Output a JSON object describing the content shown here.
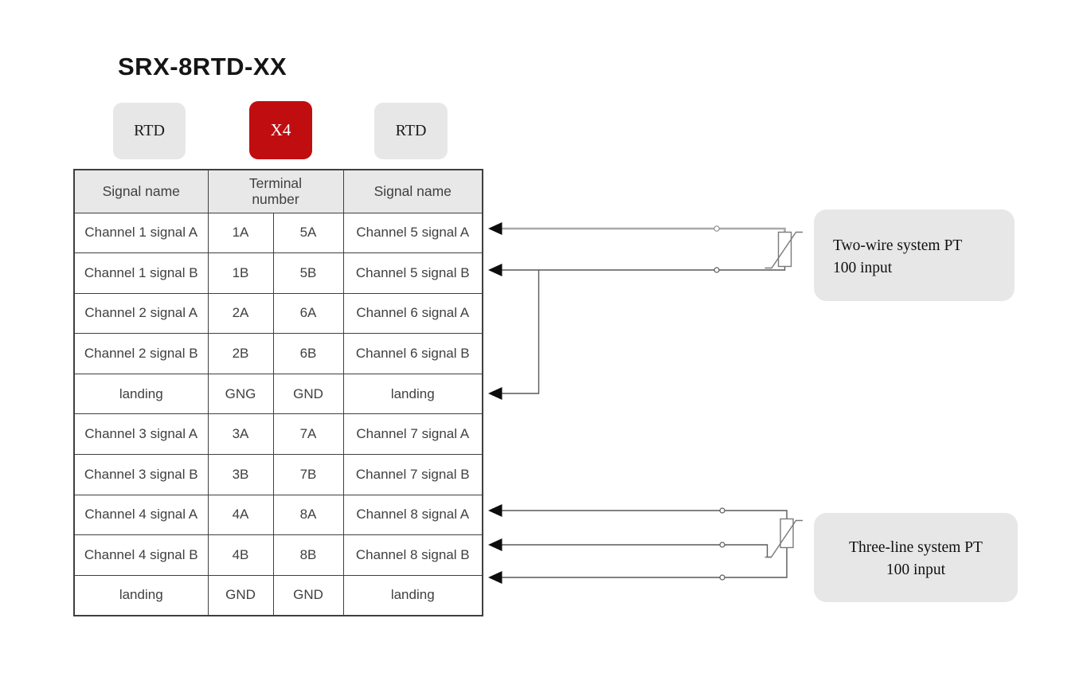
{
  "title": "SRX-8RTD-XX",
  "badges": [
    {
      "label": "RTD",
      "variant": "gray"
    },
    {
      "label": "X4",
      "variant": "red"
    },
    {
      "label": "RTD",
      "variant": "gray"
    }
  ],
  "table": {
    "headers": [
      "Signal name",
      "Terminal number",
      "Signal name"
    ],
    "rows": [
      [
        "Channel 1 signal A",
        "1A",
        "5A",
        "Channel 5 signal A"
      ],
      [
        "Channel 1 signal B",
        "1B",
        "5B",
        "Channel 5 signal B"
      ],
      [
        "Channel 2 signal A",
        "2A",
        "6A",
        "Channel 6 signal A"
      ],
      [
        "Channel 2 signal B",
        "2B",
        "6B",
        "Channel 6 signal B"
      ],
      [
        "landing",
        "GNG",
        "GND",
        "landing"
      ],
      [
        "Channel 3 signal A",
        "3A",
        "7A",
        "Channel 7 signal A"
      ],
      [
        "Channel 3 signal B",
        "3B",
        "7B",
        "Channel 7 signal B"
      ],
      [
        "Channel 4 signal A",
        "4A",
        "8A",
        "Channel 8 signal A"
      ],
      [
        "Channel 4 signal B",
        "4B",
        "8B",
        "Channel 8 signal B"
      ],
      [
        "landing",
        "GND",
        "GND",
        "landing"
      ]
    ]
  },
  "annotations": {
    "two_wire": {
      "line1": "Two-wire system PT",
      "line2": "100 input"
    },
    "three_line": {
      "line1": "Three-line system PT",
      "line2": "100 input"
    }
  },
  "colors": {
    "accent_red": "#c00d10",
    "badge_gray": "#e7e7e7",
    "panel_gray": "#e7e7e7",
    "table_border": "#3f3f3f",
    "table_header_bg": "#e8e8e8",
    "text_dark": "#404040",
    "wire_light": "#a9a9a9",
    "wire_dark": "#595959",
    "wire_mid": "#7a7a7a",
    "arrow_black": "#0d0d0d"
  }
}
